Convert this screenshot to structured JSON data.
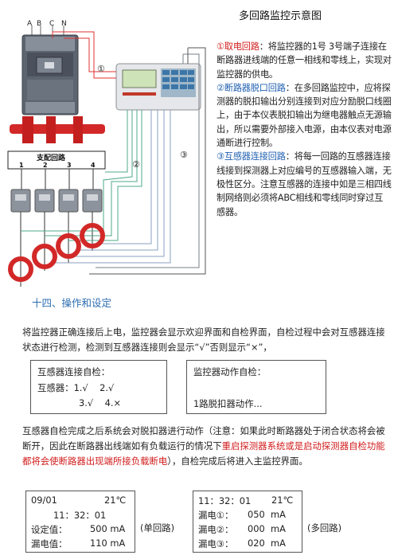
{
  "title": "多回路监控示意图",
  "diagram": {
    "phase_labels": [
      "A",
      "B",
      "C",
      "N"
    ],
    "branch_title": "支配回路",
    "branch_numbers": [
      "1",
      "2",
      "3",
      "4"
    ],
    "circled": [
      "①",
      "②",
      "③"
    ]
  },
  "description": {
    "p1_head": "①取电回路",
    "p1_body": "：将监控器的1号 3号端子连接在断路器进线端的任意一相线和零线上，实现对监控器的供电。",
    "p2_head": "②断路器脱口回路",
    "p2_body": "：在多回路监控中，应将探测器的脱扣输出分别连接到对应分励脱口线圈上，由于本仪表脱扣输出为继电器触点无源输出，所以需要外部接入电源，由本仪表对电源通断进行控制。",
    "p3_head": "③互感器连接回路",
    "p3_body": "：将每一回路的互感器连接线接到探测器上对应编号的互感器输入端，无极性区分。注意互感器的连接中如是三相四线制网络则必须将ABC相线和零线同时穿过互感器。"
  },
  "section_title": "十四、操作和设定",
  "intro": "将监控器正确连接后上电，监控器会显示欢迎界面和自检界面，自检过程中会对互感器连接状态进行检测，检测到互感器连接则会显示“√”否则显示“×”，",
  "box_ct": {
    "title": "互感器连接自检：",
    "line1": "互感器：1.√    2.√",
    "line2": "3.√    4.×"
  },
  "box_action": {
    "title": "监控器动作自检：",
    "line1": "1路脱扣器动作..."
  },
  "note": {
    "part1": "互感器自检完成之后系统会对脱扣器进行动作（注意：如果此时断路器处于闭合状态将会被断开，因此在断路器出线端如有负载运行的情况下",
    "part2": "重启探测器系统或是启动探测器自检功能都将会使断路器出现端所接负载断电",
    "part3": "），自检完成后将进入主监控界面。"
  },
  "screen_single": {
    "row1_left": "09/01",
    "row1_right": "21℃",
    "row2": "11：32：01",
    "row3_label": "设定值：",
    "row3_value": "500 mA",
    "row4_label": "漏电值：",
    "row4_value": "110 mA",
    "side": "(单回路)"
  },
  "screen_multi": {
    "row1_left": "11：32：01",
    "row1_right": "21℃",
    "row2_label": "漏电①：",
    "row2_value": "050  mA",
    "row3_label": "漏电②：",
    "row3_value": "000  mA",
    "row4_label": "漏电③：",
    "row4_value": "020  mA",
    "side": "(多回路)"
  }
}
